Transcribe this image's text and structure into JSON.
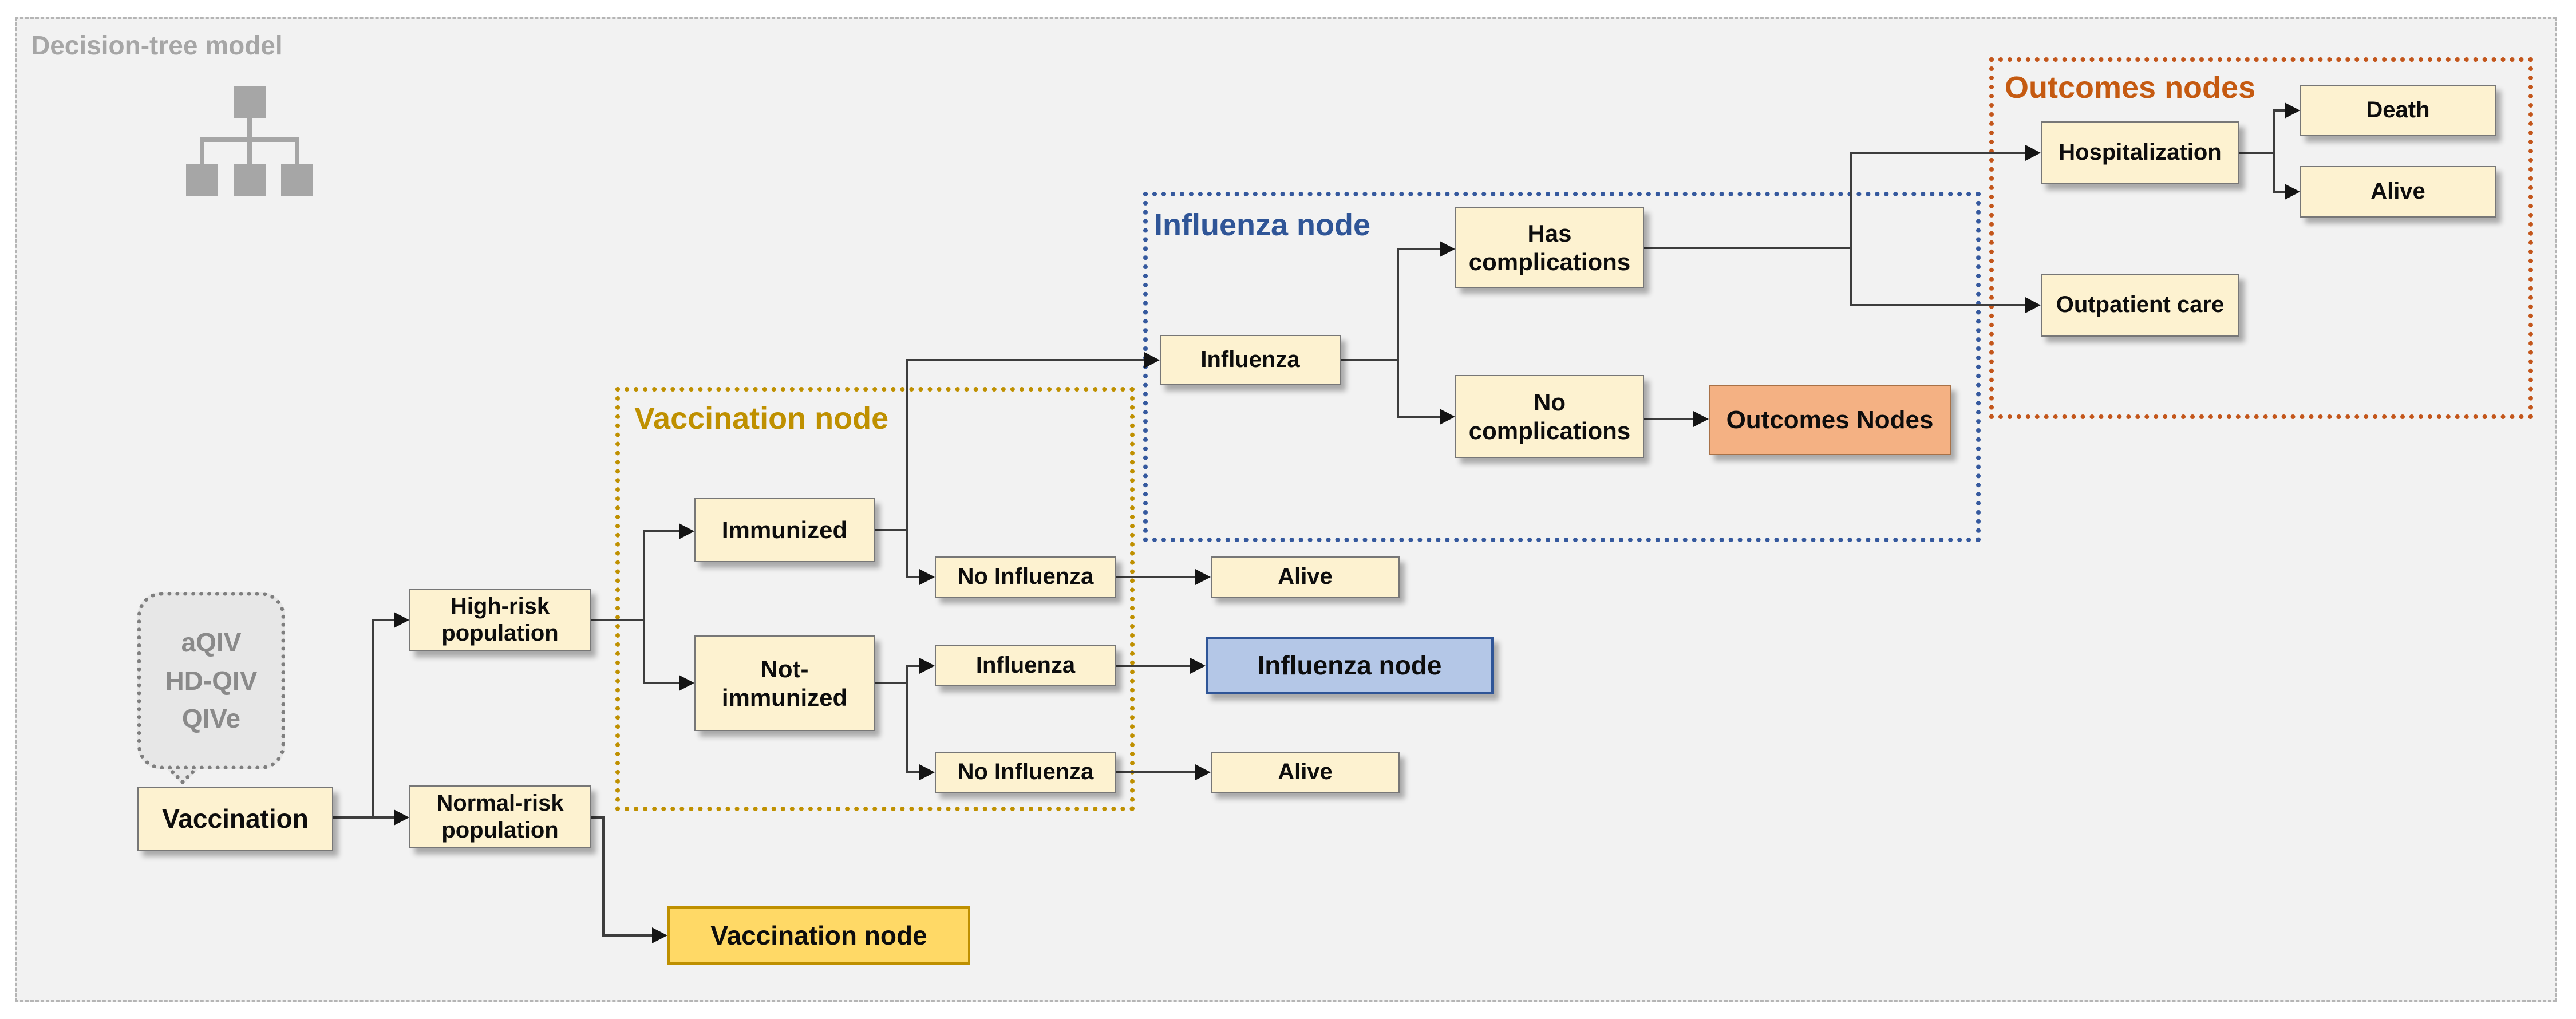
{
  "figure": {
    "title": "Decision-tree model"
  },
  "bubble": {
    "lines": [
      "aQIV",
      "HD-QIV",
      "QIVe"
    ]
  },
  "regions": {
    "vaccination": {
      "title": "Vaccination node",
      "color": "#BF9000"
    },
    "influenza": {
      "title": "Influenza node",
      "color": "#2F5597"
    },
    "outcomes": {
      "title": "Outcomes nodes",
      "color": "#C55A11"
    }
  },
  "nodes": {
    "vaccination": {
      "label": "Vaccination"
    },
    "high_risk": {
      "label": "High-risk population"
    },
    "normal_risk": {
      "label": "Normal-risk population"
    },
    "immunized": {
      "label": "Immunized"
    },
    "not_immunized": {
      "label": "Not-immunized"
    },
    "no_influenza_top": {
      "label": "No Influenza"
    },
    "influenza_mid": {
      "label": "Influenza"
    },
    "no_influenza_bottom": {
      "label": "No Influenza"
    },
    "alive_top": {
      "label": "Alive"
    },
    "influenza_node_ref": {
      "label": "Influenza node"
    },
    "alive_bottom": {
      "label": "Alive"
    },
    "vaccination_node_ref": {
      "label": "Vaccination node"
    },
    "influenza_main": {
      "label": "Influenza"
    },
    "has_complications": {
      "label": "Has complications"
    },
    "no_complications": {
      "label": "No complications"
    },
    "outcomes_nodes_ref": {
      "label": "Outcomes Nodes"
    },
    "hospitalization": {
      "label": "Hospitalization"
    },
    "outpatient_care": {
      "label": "Outpatient care"
    },
    "death": {
      "label": "Death"
    },
    "alive_outcomes": {
      "label": "Alive"
    }
  },
  "colors": {
    "background": "#f2f2f2",
    "node_fill": "#FDF2D0",
    "node_border": "#777777",
    "ref_blue_fill": "#B4C7E7",
    "ref_gold_fill": "#FFD966",
    "ref_orange_fill": "#F4B183",
    "connector": "#3d3d3d",
    "muted_gray": "#a6a6a6"
  }
}
